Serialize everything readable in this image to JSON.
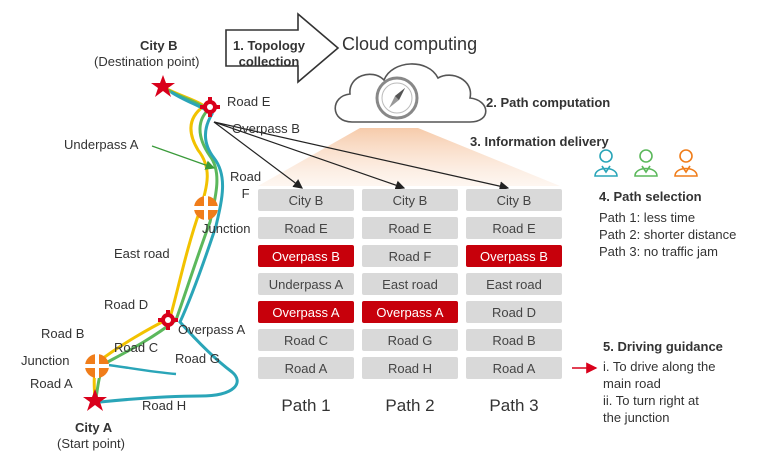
{
  "map": {
    "city_b": "City B",
    "city_b_sub": "(Destination point)",
    "city_a": "City A",
    "city_a_sub": "(Start point)",
    "road_e": "Road E",
    "overpass_b": "Overpass B",
    "underpass_a": "Underpass A",
    "road_f": "Road\nF",
    "junction_top": "Junction",
    "east_road": "East road",
    "road_d": "Road D",
    "overpass_a": "Overpass A",
    "road_b": "Road B",
    "road_c": "Road C",
    "road_g": "Road G",
    "junction_bottom": "Junction",
    "road_a": "Road A",
    "road_h": "Road H"
  },
  "steps": {
    "topology": "1. Topology\ncollection",
    "cloud": "Cloud computing",
    "computation": "2. Path computation",
    "delivery": "3. Information delivery",
    "selection": "4. Path selection",
    "selection_items": [
      "Path 1: less time",
      "Path 2: shorter distance",
      "Path 3: no traffic jam"
    ],
    "guidance": "5. Driving guidance",
    "guidance_text": "i. To drive along the\nmain road\nii. To turn right at\nthe junction"
  },
  "paths": [
    {
      "name": "Path 1",
      "cells": [
        {
          "text": "City B",
          "highlight": false
        },
        {
          "text": "Road E",
          "highlight": false
        },
        {
          "text": "Overpass B",
          "highlight": true
        },
        {
          "text": "Underpass A",
          "highlight": false
        },
        {
          "text": "Overpass A",
          "highlight": true
        },
        {
          "text": "Road C",
          "highlight": false
        },
        {
          "text": "Road A",
          "highlight": false
        }
      ]
    },
    {
      "name": "Path 2",
      "cells": [
        {
          "text": "City B",
          "highlight": false
        },
        {
          "text": "Road E",
          "highlight": false
        },
        {
          "text": "Road F",
          "highlight": false
        },
        {
          "text": "East road",
          "highlight": false
        },
        {
          "text": "Overpass A",
          "highlight": true
        },
        {
          "text": "Road G",
          "highlight": false
        },
        {
          "text": "Road H",
          "highlight": false
        }
      ]
    },
    {
      "name": "Path 3",
      "cells": [
        {
          "text": "City B",
          "highlight": false
        },
        {
          "text": "Road E",
          "highlight": false
        },
        {
          "text": "Overpass B",
          "highlight": true
        },
        {
          "text": "East road",
          "highlight": false
        },
        {
          "text": "Road D",
          "highlight": false
        },
        {
          "text": "Road B",
          "highlight": false
        },
        {
          "text": "Road A",
          "highlight": false
        }
      ]
    }
  ],
  "colors": {
    "highlight": "#c7000b",
    "cell": "#d9d9d9",
    "route_yellow": "#f2c200",
    "route_green": "#5cb85c",
    "route_teal": "#2aa5b8",
    "star": "#d9001b",
    "junction": "#f07d1a",
    "user1": "#2aa5b8",
    "user2": "#5cb85c",
    "user3": "#f07d1a"
  }
}
